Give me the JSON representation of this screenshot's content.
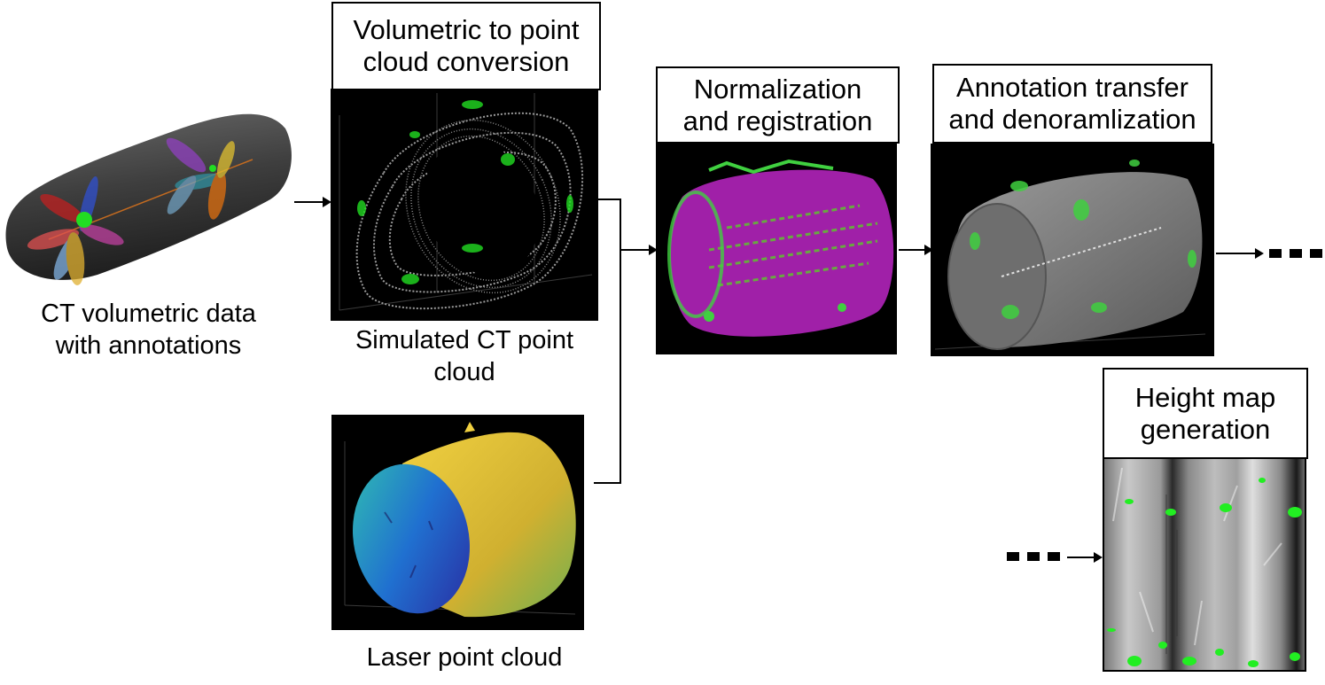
{
  "diagram": {
    "ct_caption": "CT volumetric data\nwith annotations",
    "steps": {
      "conversion": "Volumetric to point\ncloud conversion",
      "normalization": "Normalization\nand registration",
      "transfer": "Annotation transfer\nand denoramlization",
      "heightmap": "Height map\ngeneration"
    },
    "captions": {
      "simulated": "Simulated CT point\ncloud",
      "laser": "Laser point cloud"
    },
    "continuation": "...",
    "colors": {
      "annotation_green": "#22dd22",
      "magenta": "#b020b0",
      "panel_bg": "#000000"
    }
  }
}
